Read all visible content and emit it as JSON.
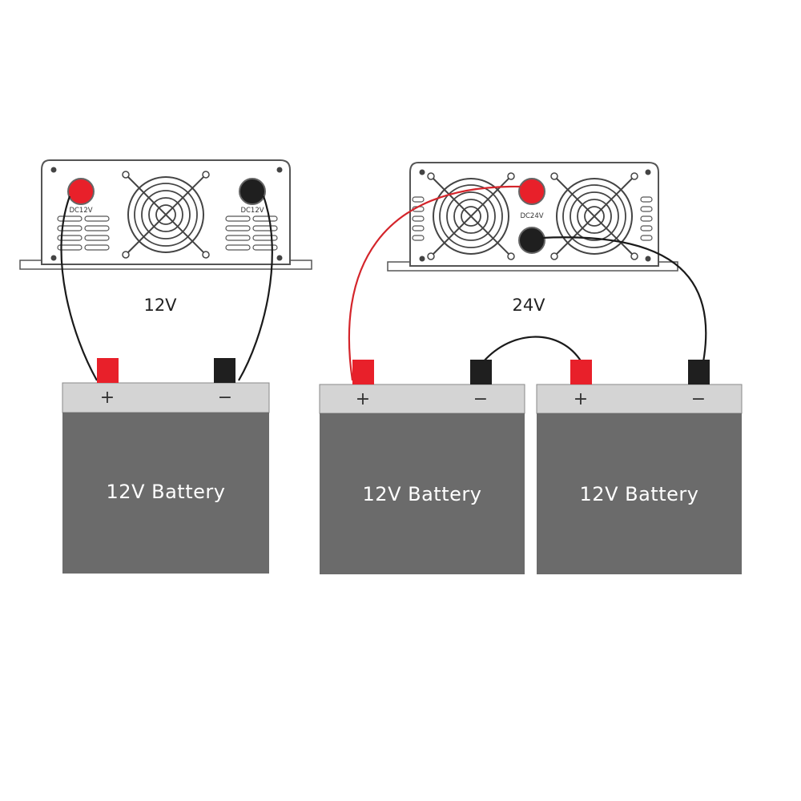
{
  "systems": [
    {
      "voltage_label": "12V",
      "inverter_label": "DC12V",
      "inverter_label_right": "DC12V",
      "batteries": [
        {
          "label": "12V Battery",
          "plus": "+",
          "minus": "−"
        }
      ]
    },
    {
      "voltage_label": "24V",
      "inverter_label": "DC24V",
      "batteries": [
        {
          "label": "12V Battery",
          "plus": "+",
          "minus": "−"
        },
        {
          "label": "12V Battery",
          "plus": "+",
          "minus": "−"
        }
      ]
    }
  ],
  "colors": {
    "positive": "#e8202a",
    "negative": "#1f1f1f",
    "battery_body": "#6b6b6b",
    "battery_top": "#d4d4d4",
    "positive_wire": "#d4252b",
    "negative_wire": "#1a1a1a"
  },
  "icons": [
    "fan-icon",
    "vent-slot-icon",
    "mounting-hole-icon",
    "terminal-post-icon"
  ]
}
